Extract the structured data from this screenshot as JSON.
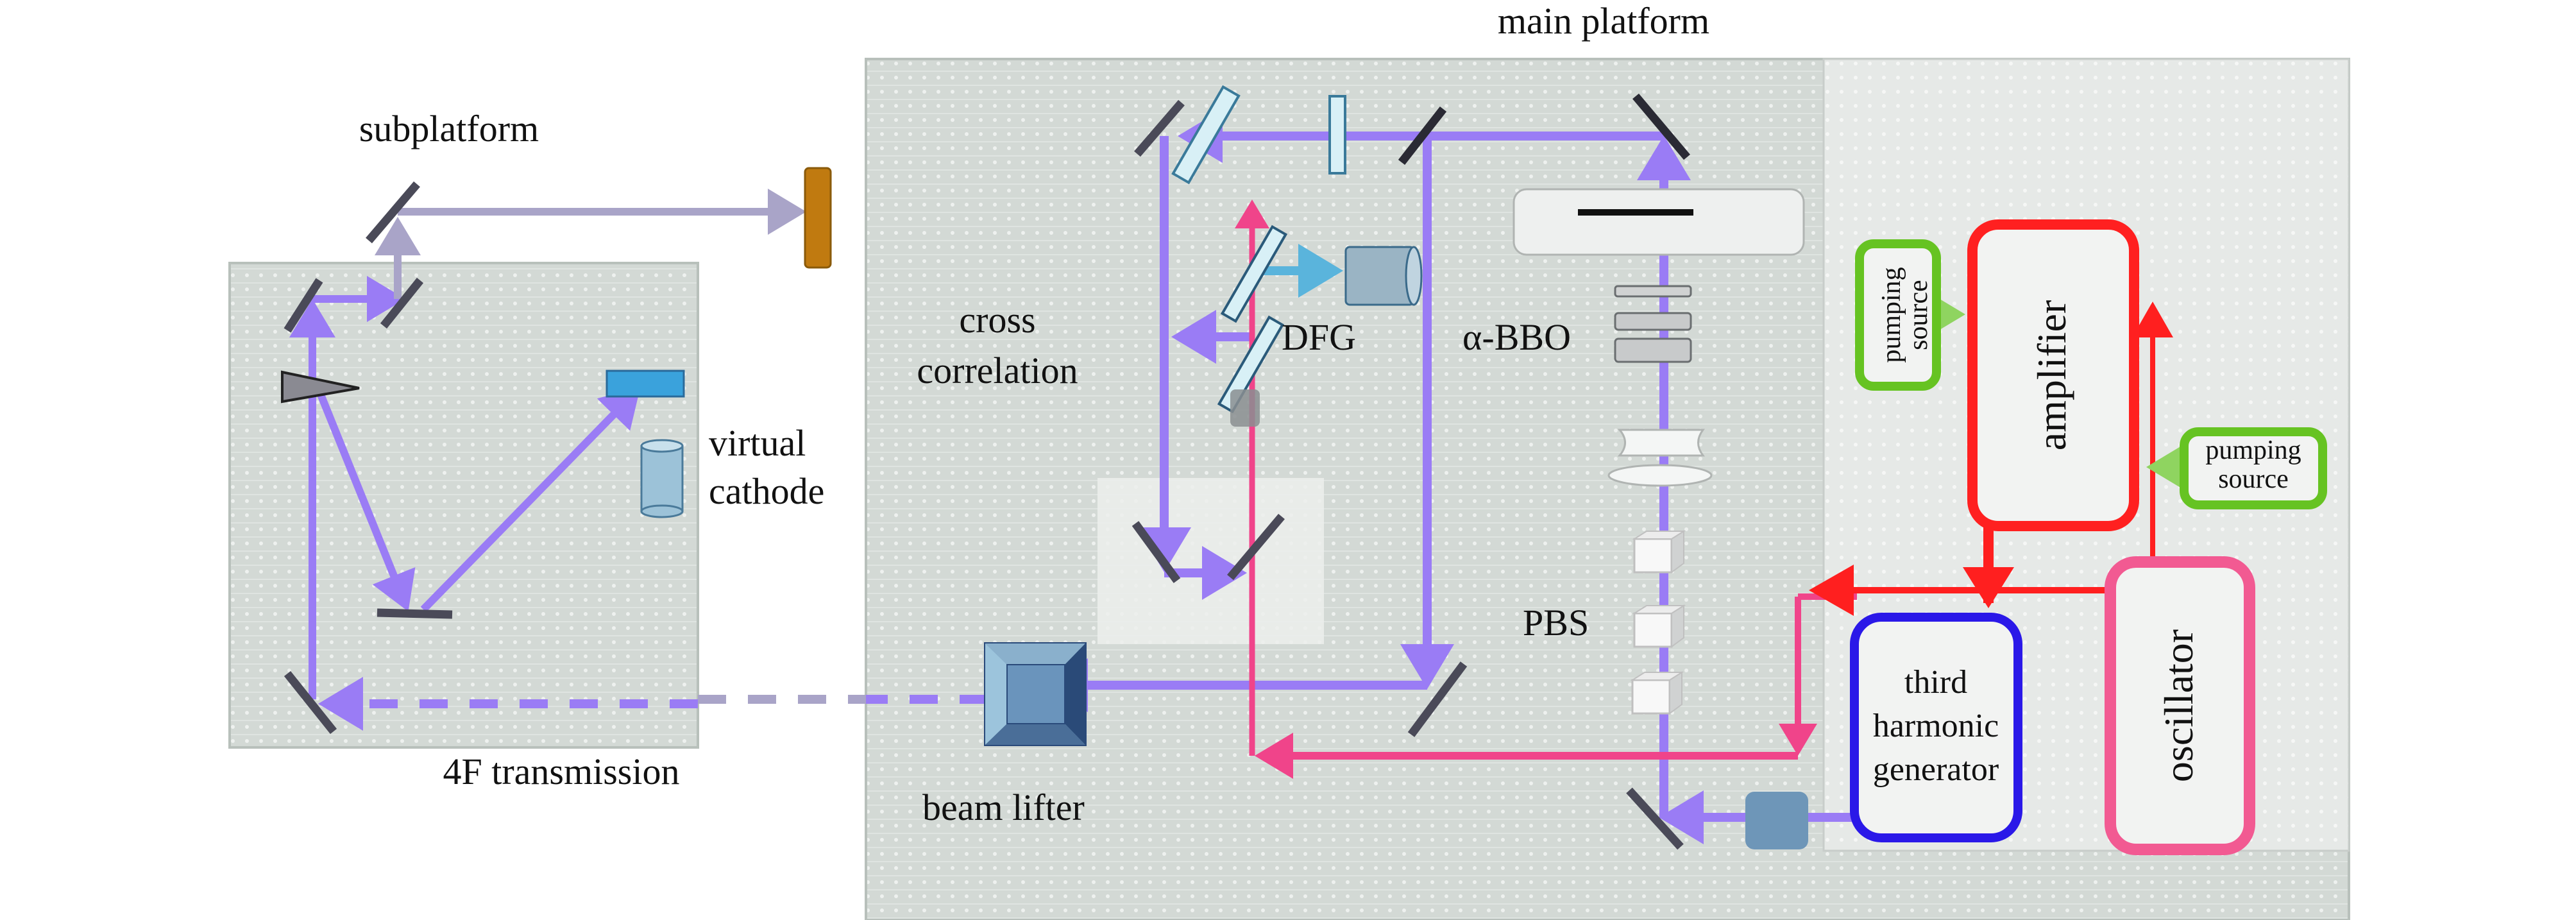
{
  "title": "Optical layout: main platform and subplatform",
  "regions": {
    "main_platform": {
      "label": "main platform"
    },
    "subplatform": {
      "label": "subplatform"
    },
    "cross_correlation": {
      "label_line1": "cross",
      "label_line2": "correlation"
    }
  },
  "labels": {
    "dfg": "DFG",
    "alpha_bbo": "α-BBO",
    "pbs": "PBS",
    "beam_lifter": "beam lifter",
    "transmission_4f": "4F transmission",
    "virtual_cathode_line1": "virtual",
    "virtual_cathode_line2": "cathode"
  },
  "boxes": {
    "amplifier": {
      "label": "amplifier",
      "color": "#ff2020"
    },
    "pumping_source_left": {
      "label_line1": "pumping",
      "label_line2": "source",
      "color": "#66c322"
    },
    "pumping_source_right": {
      "label_line1": "pumping",
      "label_line2": "source",
      "color": "#66c322"
    },
    "third_harmonic_generator": {
      "label_line1": "third",
      "label_line2": "harmonic",
      "label_line3": "generator",
      "color": "#2a18e8"
    },
    "oscillator": {
      "label": "oscillator",
      "color": "#f25a92"
    }
  },
  "beam_colors": {
    "uv_beam": "#9a7cf5",
    "ir_beam": "#f0448a",
    "fundamental_beam": "#ff1f1f",
    "dfg_output": "#5ab4dc",
    "pump_beam": "#8fd460",
    "return_beam": "#a9a4c8"
  }
}
